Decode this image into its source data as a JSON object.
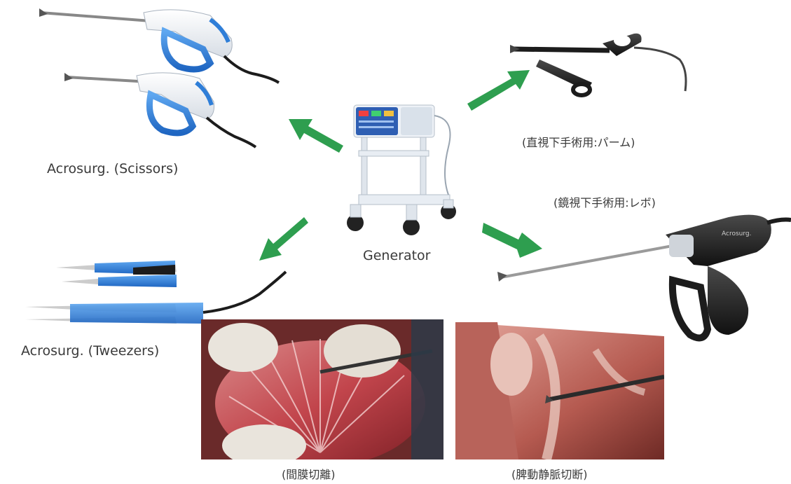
{
  "labels": {
    "scissors": "Acrosurg. (Scissors)",
    "tweezers": "Acrosurg. (Tweezers)",
    "generator": "Generator",
    "palm": "(直視下手術用:パーム)",
    "lever": "(鏡視下手術用:レボ)",
    "mesentery": "(間膜切離)",
    "splenic": "(脾動静脈切断)"
  },
  "colors": {
    "arrow": "#2e9e4f",
    "instrument_white": "#eef1f5",
    "instrument_blue": "#2f7ed8",
    "instrument_black": "#1c1c1c",
    "tissue_red": "#b8323a"
  },
  "icons": [
    "arrow-icon",
    "scissors-instrument",
    "tweezers-instrument",
    "generator-cart",
    "palm-instrument",
    "lever-instrument"
  ]
}
